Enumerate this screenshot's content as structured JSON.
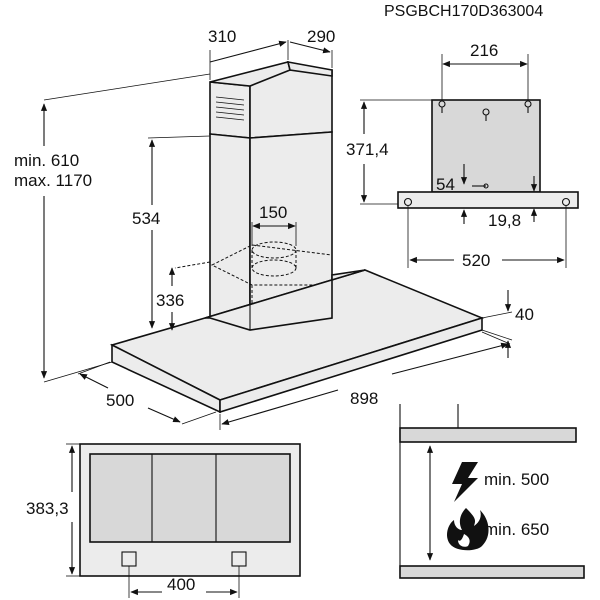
{
  "model_code": "PSGBCH170D363004",
  "front_view": {
    "chimney_width": "310",
    "chimney_depth": "290",
    "height_range_min": "min. 610",
    "height_range_max": "max. 1170",
    "chimney_lower_height": "534",
    "outlet_diameter": "150",
    "motor_height": "336",
    "canopy_thickness": "40",
    "hood_depth": "500",
    "hood_width": "898"
  },
  "bracket_view": {
    "hole_spacing": "216",
    "bracket_height": "371,4",
    "screw_offset": "54",
    "bottom_offset": "19,8",
    "base_width": "520"
  },
  "bottom_view": {
    "depth": "383,3",
    "hole_spacing": "400"
  },
  "clearance_view": {
    "electric_hob": "min. 500",
    "gas_hob": "min. 650",
    "electric_icon": "lightning-icon",
    "gas_icon": "flame-icon"
  }
}
